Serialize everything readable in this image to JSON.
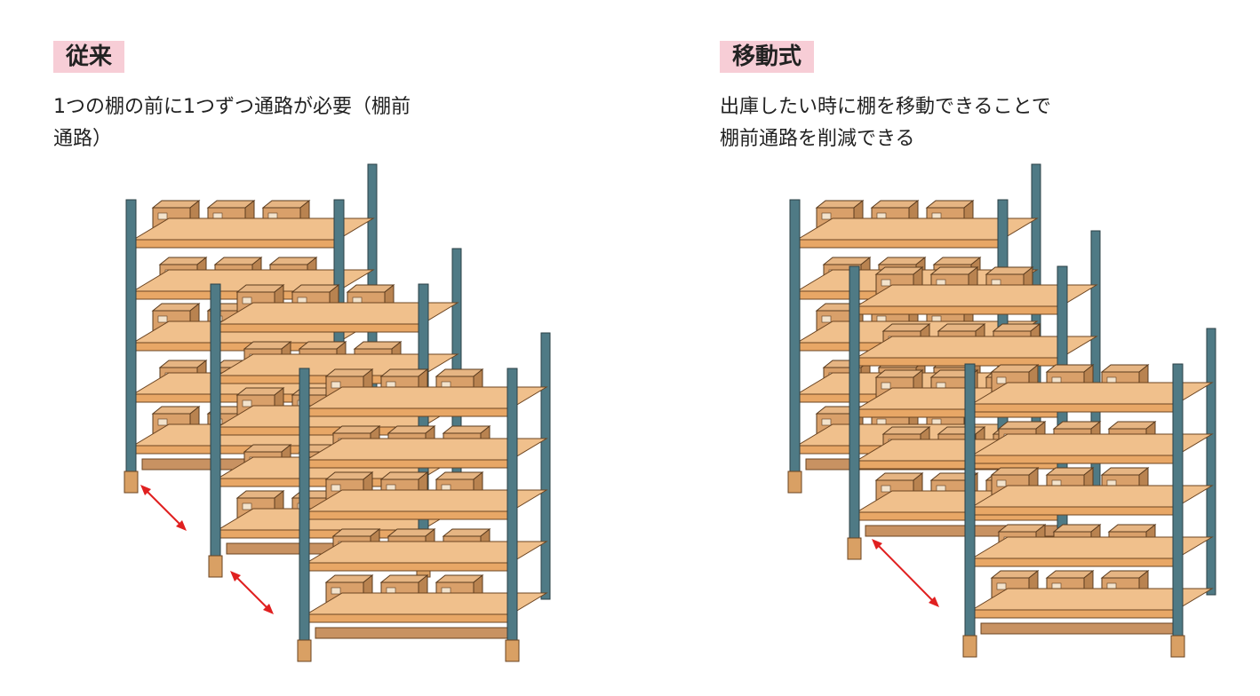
{
  "panels": [
    {
      "label": "従来",
      "description_lines": [
        "1つの棚の前に1つずつ通路が必要（棚前",
        "通路）"
      ]
    },
    {
      "label": "移動式",
      "description_lines": [
        "出庫したい時に棚を移動できることで",
        "棚前通路を削減できる"
      ]
    }
  ],
  "colors": {
    "tag_background": "#f7cdd6",
    "upright": "#4f7a85",
    "beam": "#e8a766",
    "box": "#d9a06a",
    "crate": "#5f8a97",
    "aisle_arrow": "#e02020"
  }
}
